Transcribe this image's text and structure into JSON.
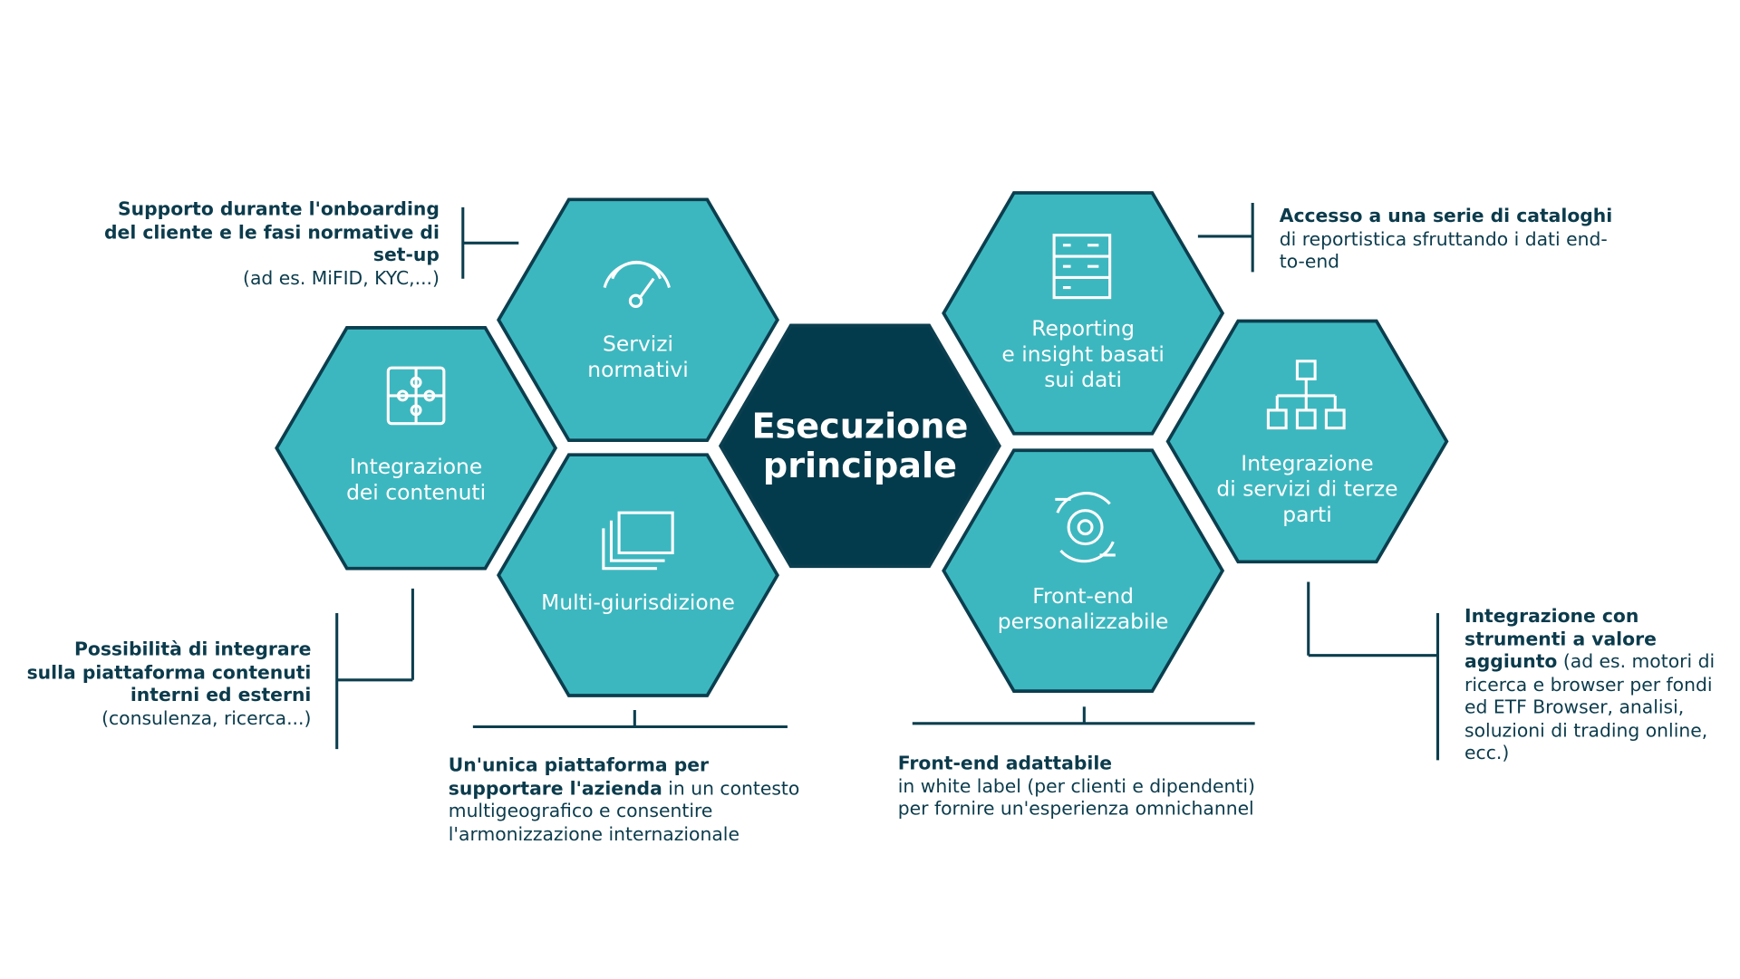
{
  "colors": {
    "hex_fill": "#3db7bf",
    "hex_stroke": "#0b3e4e",
    "center_fill": "#043b4c",
    "text": "#0b3b4c",
    "line": "#0b3e4e"
  },
  "center": {
    "label": "Esecuzione\nprincipale"
  },
  "hexes": [
    {
      "id": "servizi",
      "label": "Servizi\nnormativi",
      "icon": "gauge-icon"
    },
    {
      "id": "contenuti",
      "label": "Integrazione\ndei contenuti",
      "icon": "puzzle-icon"
    },
    {
      "id": "multi",
      "label": "Multi-giurisdizione",
      "icon": "stacked-pages-icon"
    },
    {
      "id": "reporting",
      "label": "Reporting\ne insight basati\nsui dati",
      "icon": "server-icon"
    },
    {
      "id": "frontend",
      "label": "Front-end\npersonalizzabile",
      "icon": "gear-cycle-icon"
    },
    {
      "id": "terze",
      "label": "Integrazione\ndi servizi di terze\nparti",
      "icon": "hierarchy-icon"
    }
  ],
  "notes": {
    "onboarding": {
      "bold": "Supporto durante l'onboarding del cliente e le fasi normative di set-up",
      "normal": "(ad es. MiFID, KYC,...)"
    },
    "cataloghi": {
      "bold": "Accesso a una serie di cataloghi",
      "normal": "di reportistica sfruttando i dati end-to-end"
    },
    "contenuti": {
      "bold": "Possibilità di integrare sulla piattaforma contenuti interni ed esterni",
      "normal": "(consulenza, ricerca...)"
    },
    "piattaforma": {
      "bold": "Un'unica piattaforma per supportare l'azienda",
      "normal": " in un contesto multigeografico e consentire l'armonizzazione internazionale"
    },
    "frontend": {
      "bold": "Front-end adattabile",
      "normal": "in white label (per clienti e dipendenti) per fornire un'esperienza omnichannel"
    },
    "strumenti": {
      "bold": "Integrazione con strumenti a valore aggiunto",
      "normal": " (ad es. motori di ricerca e browser per fondi ed ETF Browser, analisi, soluzioni di trading online, ecc.)"
    }
  }
}
